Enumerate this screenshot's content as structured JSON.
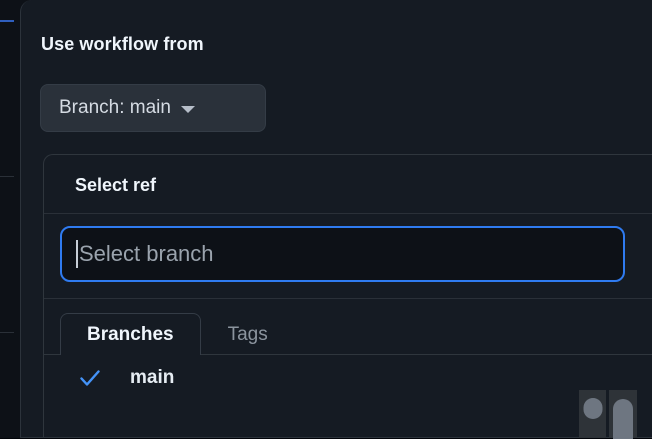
{
  "dialog": {
    "use_workflow_label": "Use workflow from",
    "branch_button": {
      "label": "Branch: main",
      "caret_icon": "chevron-down-icon"
    }
  },
  "select_ref_popover": {
    "title": "Select ref",
    "search": {
      "value": "",
      "placeholder": "Select branch",
      "focused": true,
      "focus_ring_color": "#2f7bf0"
    },
    "tabs": [
      {
        "label": "Branches",
        "selected": true
      },
      {
        "label": "Tags",
        "selected": false
      }
    ],
    "refs": [
      {
        "label": "main",
        "selected": true,
        "icon": "check-icon"
      }
    ]
  },
  "colors": {
    "page_background": "#0d1117",
    "panel_background": "#151b23",
    "input_background": "#0d1117",
    "button_background": "#2a313a",
    "border": "#2f363d",
    "accent_blue": "#2f7bf0",
    "check_blue": "#4493f8",
    "text_primary": "#f0f6fc",
    "text_secondary": "#8b949e",
    "scrollbar_track": "#2e3338",
    "scrollbar_thumb": "#6e7681"
  },
  "scrollbars": [
    {
      "name": "vertical-scrollbar-outer",
      "thumb_shape": "circle"
    },
    {
      "name": "vertical-scrollbar-inner",
      "thumb_shape": "rounded-bar"
    }
  ]
}
